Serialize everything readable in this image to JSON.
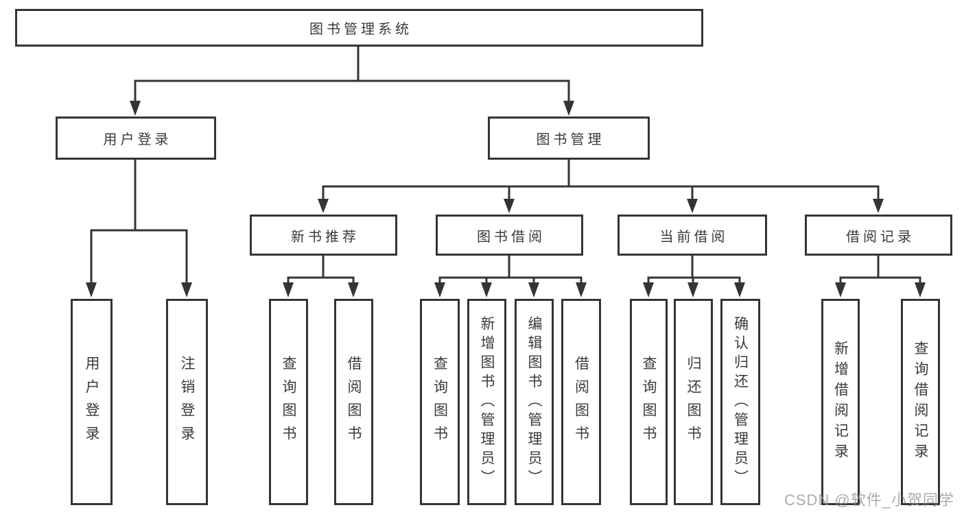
{
  "diagram": {
    "title": "图书管理系统",
    "branches": [
      {
        "label": "用户登录",
        "children": [
          {
            "label": "用户登录"
          },
          {
            "label": "注销登录"
          }
        ]
      },
      {
        "label": "图书管理",
        "children": [
          {
            "label": "新书推荐",
            "children": [
              {
                "label": "查询图书"
              },
              {
                "label": "借阅图书"
              }
            ]
          },
          {
            "label": "图书借阅",
            "children": [
              {
                "label": "查询图书"
              },
              {
                "label": "新增图书（管理员）"
              },
              {
                "label": "编辑图书（管理员）"
              },
              {
                "label": "借阅图书"
              }
            ]
          },
          {
            "label": "当前借阅",
            "children": [
              {
                "label": "查询图书"
              },
              {
                "label": "归还图书"
              },
              {
                "label": "确认归还（管理员）"
              }
            ]
          },
          {
            "label": "借阅记录",
            "children": [
              {
                "label": "新增借阅记录"
              },
              {
                "label": "查询借阅记录"
              }
            ]
          }
        ]
      }
    ]
  },
  "watermark": {
    "text": "CSDN @软件_小贺同学"
  },
  "colors": {
    "background": "#ffffff",
    "line": "#343434",
    "text": "#3a3a3a",
    "watermark": "#969696"
  }
}
